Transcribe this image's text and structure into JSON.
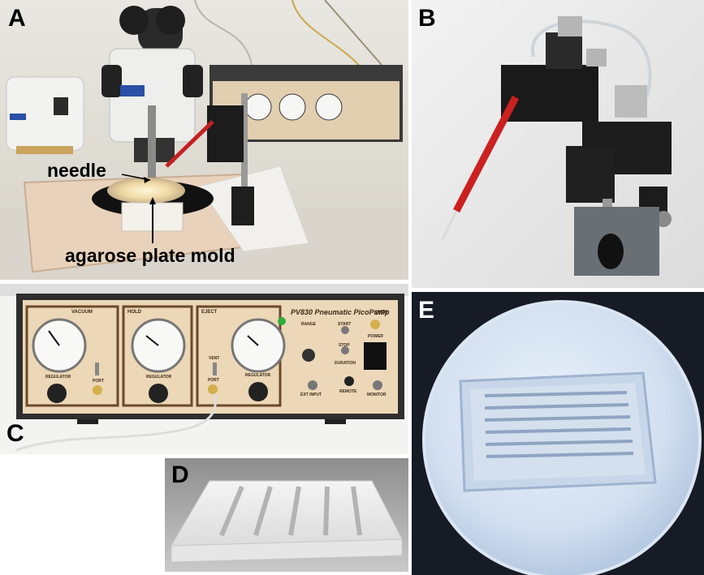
{
  "panels": {
    "a": {
      "label": "A",
      "annotations": {
        "needle": "needle",
        "mold": "agarose plate mold"
      }
    },
    "b": {
      "label": "B"
    },
    "c": {
      "label": "C",
      "device_brand": "WPI",
      "device_title": "PV830 Pneumatic PicoPump",
      "gauge_labels": [
        "VACUUM",
        "HOLD",
        "EJECT"
      ],
      "regulator_label": "REGULATOR",
      "port_label": "PORT",
      "vent_label": "VENT",
      "control_labels": {
        "range": "RANGE",
        "start": "START",
        "stop": "STOP",
        "power": "POWER",
        "duration": "DURATION",
        "remote": "REMOTE",
        "ext_input": "EXT INPUT",
        "monitor": "MONITOR"
      }
    },
    "d": {
      "label": "D"
    },
    "e": {
      "label": "E"
    }
  }
}
